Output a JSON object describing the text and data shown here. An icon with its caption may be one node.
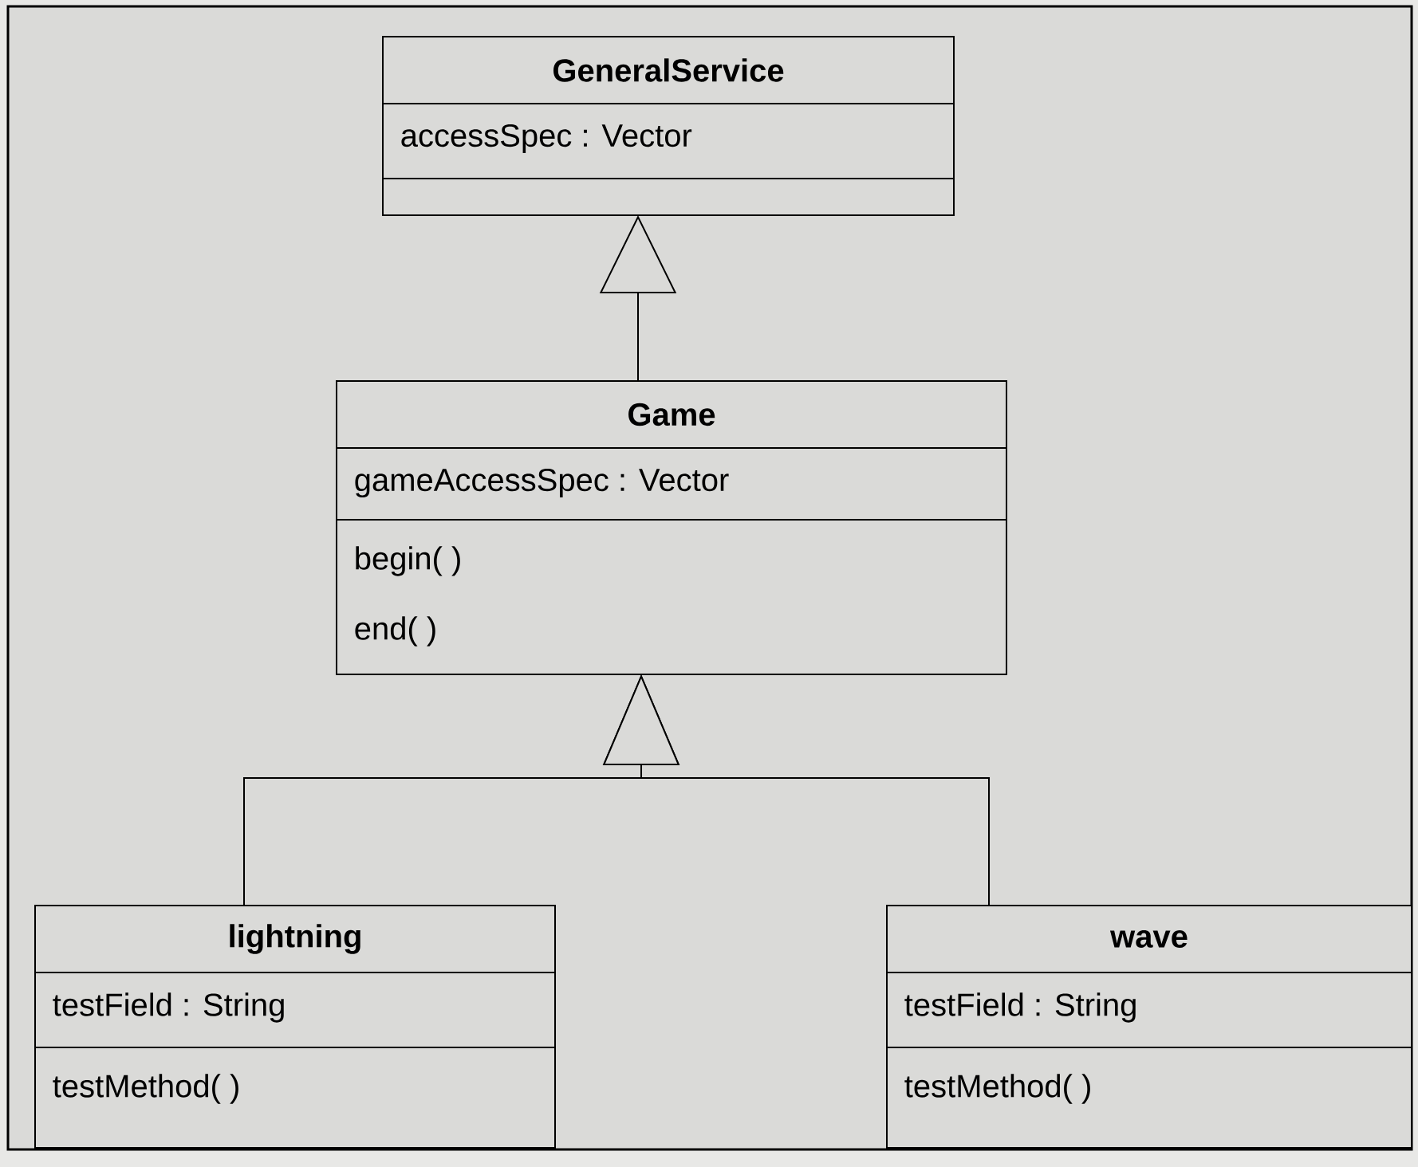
{
  "diagram": {
    "nodes": [
      {
        "text": [
          "GeneralService",
          "accessSpec : Vector"
        ]
      },
      {
        "text": [
          "Game",
          "gameAccessSpec : Vector",
          "begin( )",
          "end( )"
        ]
      },
      {
        "text": [
          "lightning",
          "testField : String",
          "testMethod( )"
        ]
      },
      {
        "text": [
          "wave",
          "testField : String",
          "testMethod( )"
        ]
      }
    ],
    "edges": [
      {
        "from": 1,
        "to": 0,
        "arrow": "to"
      },
      {
        "from": 2,
        "to": 1,
        "arrow": "to"
      },
      {
        "from": 3,
        "to": 1,
        "arrow": "to"
      }
    ]
  }
}
